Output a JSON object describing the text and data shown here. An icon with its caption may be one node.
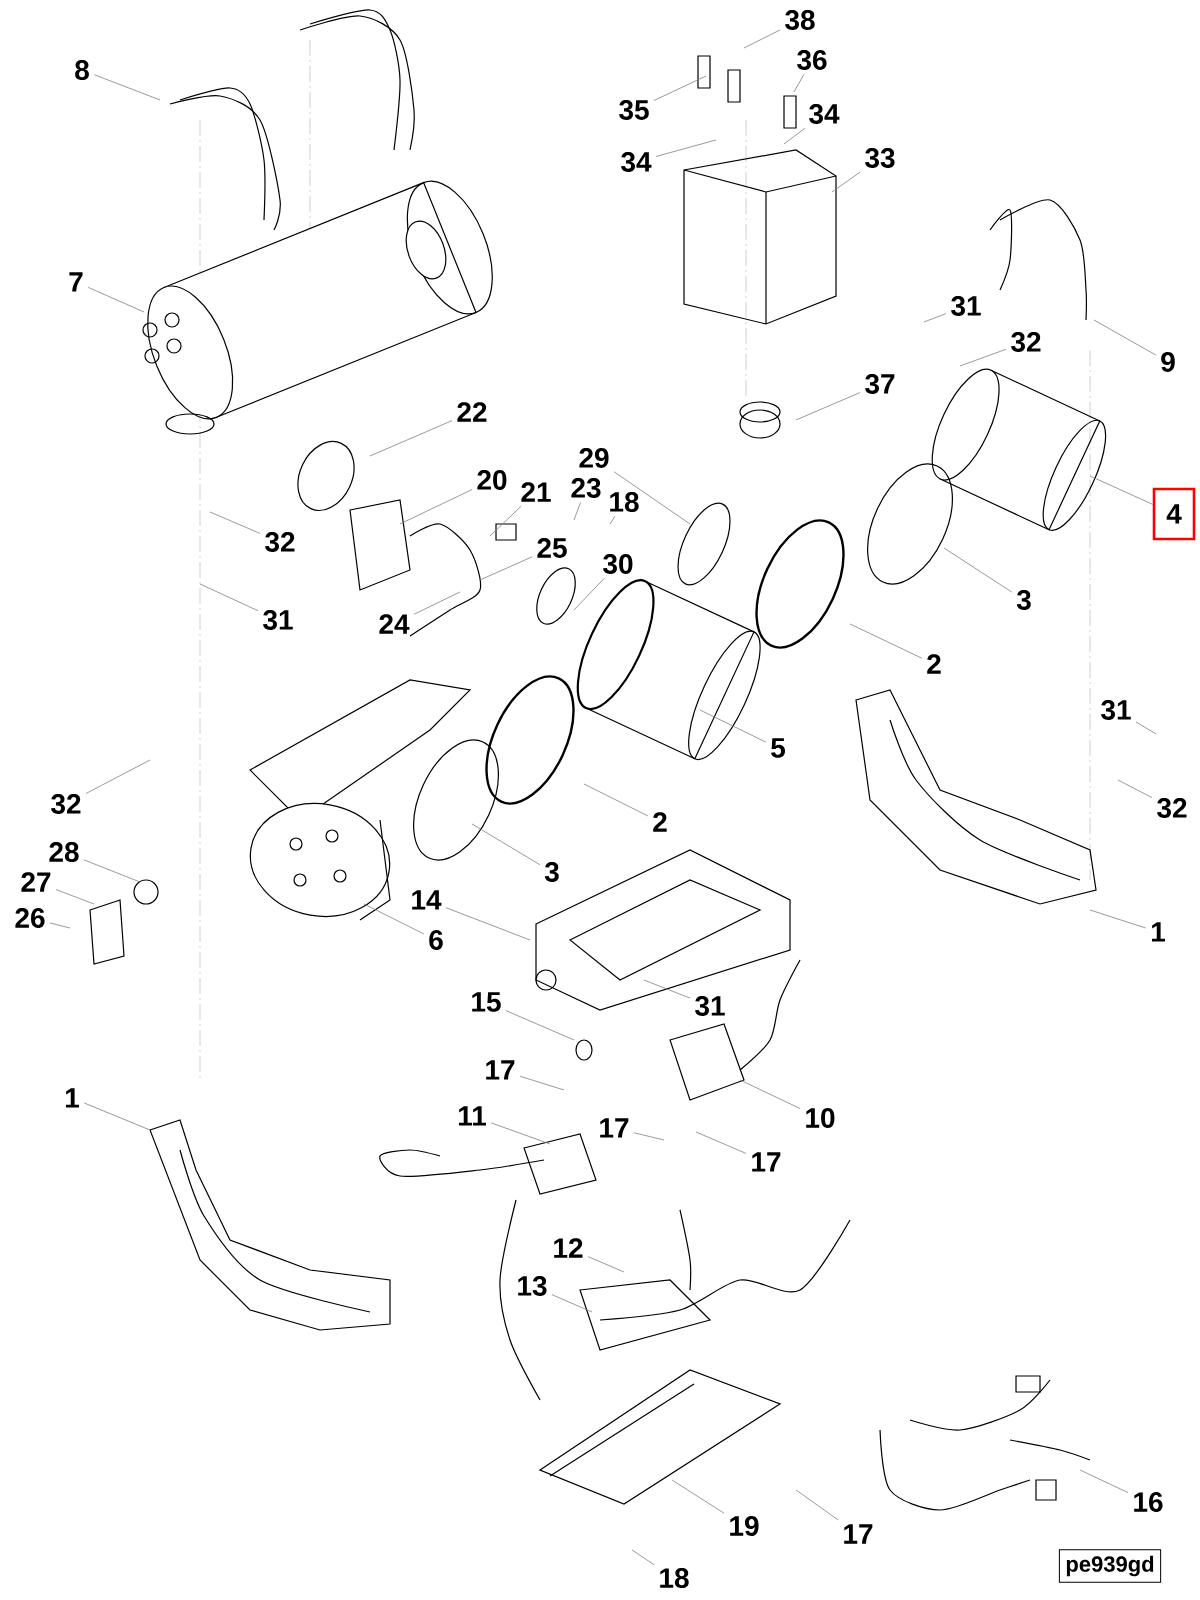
{
  "diagram": {
    "nodes": [
      {
        "text": [
          "38"
        ]
      },
      {
        "text": [
          "36"
        ]
      },
      {
        "text": [
          "8"
        ]
      },
      {
        "text": [
          "35"
        ]
      },
      {
        "text": [
          "34"
        ]
      },
      {
        "text": [
          "34"
        ]
      },
      {
        "text": [
          "33"
        ]
      },
      {
        "text": [
          "7"
        ]
      },
      {
        "text": [
          "31"
        ]
      },
      {
        "text": [
          "32"
        ]
      },
      {
        "text": [
          "9"
        ]
      },
      {
        "text": [
          "37"
        ]
      },
      {
        "text": [
          "22"
        ]
      },
      {
        "text": [
          "29"
        ]
      },
      {
        "text": [
          "20"
        ]
      },
      {
        "text": [
          "21"
        ]
      },
      {
        "text": [
          "23"
        ]
      },
      {
        "text": [
          "18"
        ]
      },
      {
        "text": [
          "4"
        ]
      },
      {
        "text": [
          "32"
        ]
      },
      {
        "text": [
          "25"
        ]
      },
      {
        "text": [
          "30"
        ]
      },
      {
        "text": [
          "3"
        ]
      },
      {
        "text": [
          "31"
        ]
      },
      {
        "text": [
          "24"
        ]
      },
      {
        "text": [
          "2"
        ]
      },
      {
        "text": [
          "31"
        ]
      },
      {
        "text": [
          "5"
        ]
      },
      {
        "text": [
          "32"
        ]
      },
      {
        "text": [
          "32"
        ]
      },
      {
        "text": [
          "2"
        ]
      },
      {
        "text": [
          "28"
        ]
      },
      {
        "text": [
          "3"
        ]
      },
      {
        "text": [
          "27"
        ]
      },
      {
        "text": [
          "14"
        ]
      },
      {
        "text": [
          "26"
        ]
      },
      {
        "text": [
          "1"
        ]
      },
      {
        "text": [
          "6"
        ]
      },
      {
        "text": [
          "15"
        ]
      },
      {
        "text": [
          "31"
        ]
      },
      {
        "text": [
          "17"
        ]
      },
      {
        "text": [
          "1"
        ]
      },
      {
        "text": [
          "11"
        ]
      },
      {
        "text": [
          "10"
        ]
      },
      {
        "text": [
          "17"
        ]
      },
      {
        "text": [
          "17"
        ]
      },
      {
        "text": [
          "12"
        ]
      },
      {
        "text": [
          "13"
        ]
      },
      {
        "text": [
          "16"
        ]
      },
      {
        "text": [
          "19"
        ]
      },
      {
        "text": [
          "17"
        ]
      },
      {
        "text": [
          "18"
        ]
      }
    ],
    "edges": [
      {
        "from": 0,
        "to": null,
        "arrow": "none"
      },
      {
        "from": 1,
        "to": null,
        "arrow": "none"
      },
      {
        "from": 2,
        "to": null,
        "arrow": "none"
      },
      {
        "from": 3,
        "to": null,
        "arrow": "none"
      },
      {
        "from": 4,
        "to": null,
        "arrow": "none"
      },
      {
        "from": 5,
        "to": null,
        "arrow": "none"
      },
      {
        "from": 6,
        "to": null,
        "arrow": "none"
      },
      {
        "from": 7,
        "to": null,
        "arrow": "none"
      },
      {
        "from": 8,
        "to": null,
        "arrow": "none"
      },
      {
        "from": 9,
        "to": null,
        "arrow": "none"
      },
      {
        "from": 10,
        "to": null,
        "arrow": "none"
      },
      {
        "from": 11,
        "to": null,
        "arrow": "none"
      },
      {
        "from": 12,
        "to": null,
        "arrow": "none"
      },
      {
        "from": 13,
        "to": null,
        "arrow": "none"
      },
      {
        "from": 14,
        "to": null,
        "arrow": "none"
      },
      {
        "from": 15,
        "to": null,
        "arrow": "none"
      },
      {
        "from": 16,
        "to": null,
        "arrow": "none"
      },
      {
        "from": 17,
        "to": null,
        "arrow": "none"
      },
      {
        "from": 18,
        "to": null,
        "arrow": "none"
      },
      {
        "from": 19,
        "to": null,
        "arrow": "none"
      },
      {
        "from": 20,
        "to": null,
        "arrow": "none"
      },
      {
        "from": 21,
        "to": null,
        "arrow": "none"
      },
      {
        "from": 22,
        "to": null,
        "arrow": "none"
      },
      {
        "from": 23,
        "to": null,
        "arrow": "none"
      },
      {
        "from": 24,
        "to": null,
        "arrow": "none"
      },
      {
        "from": 25,
        "to": null,
        "arrow": "none"
      },
      {
        "from": 26,
        "to": null,
        "arrow": "none"
      },
      {
        "from": 27,
        "to": null,
        "arrow": "none"
      },
      {
        "from": 28,
        "to": null,
        "arrow": "none"
      },
      {
        "from": 29,
        "to": null,
        "arrow": "none"
      },
      {
        "from": 30,
        "to": null,
        "arrow": "none"
      },
      {
        "from": 31,
        "to": null,
        "arrow": "none"
      },
      {
        "from": 32,
        "to": null,
        "arrow": "none"
      },
      {
        "from": 33,
        "to": null,
        "arrow": "none"
      },
      {
        "from": 34,
        "to": null,
        "arrow": "none"
      },
      {
        "from": 35,
        "to": null,
        "arrow": "none"
      },
      {
        "from": 36,
        "to": null,
        "arrow": "none"
      },
      {
        "from": 37,
        "to": null,
        "arrow": "none"
      },
      {
        "from": 38,
        "to": null,
        "arrow": "none"
      },
      {
        "from": 39,
        "to": null,
        "arrow": "none"
      },
      {
        "from": 40,
        "to": null,
        "arrow": "none"
      },
      {
        "from": 41,
        "to": null,
        "arrow": "none"
      },
      {
        "from": 42,
        "to": null,
        "arrow": "none"
      },
      {
        "from": 43,
        "to": null,
        "arrow": "none"
      },
      {
        "from": 44,
        "to": null,
        "arrow": "none"
      },
      {
        "from": 45,
        "to": null,
        "arrow": "none"
      },
      {
        "from": 46,
        "to": null,
        "arrow": "none"
      },
      {
        "from": 47,
        "to": null,
        "arrow": "none"
      },
      {
        "from": 48,
        "to": null,
        "arrow": "none"
      },
      {
        "from": 49,
        "to": null,
        "arrow": "none"
      },
      {
        "from": 50,
        "to": null,
        "arrow": "none"
      },
      {
        "from": 51,
        "to": null,
        "arrow": "none"
      }
    ],
    "labels": [
      "pe939gd"
    ]
  }
}
